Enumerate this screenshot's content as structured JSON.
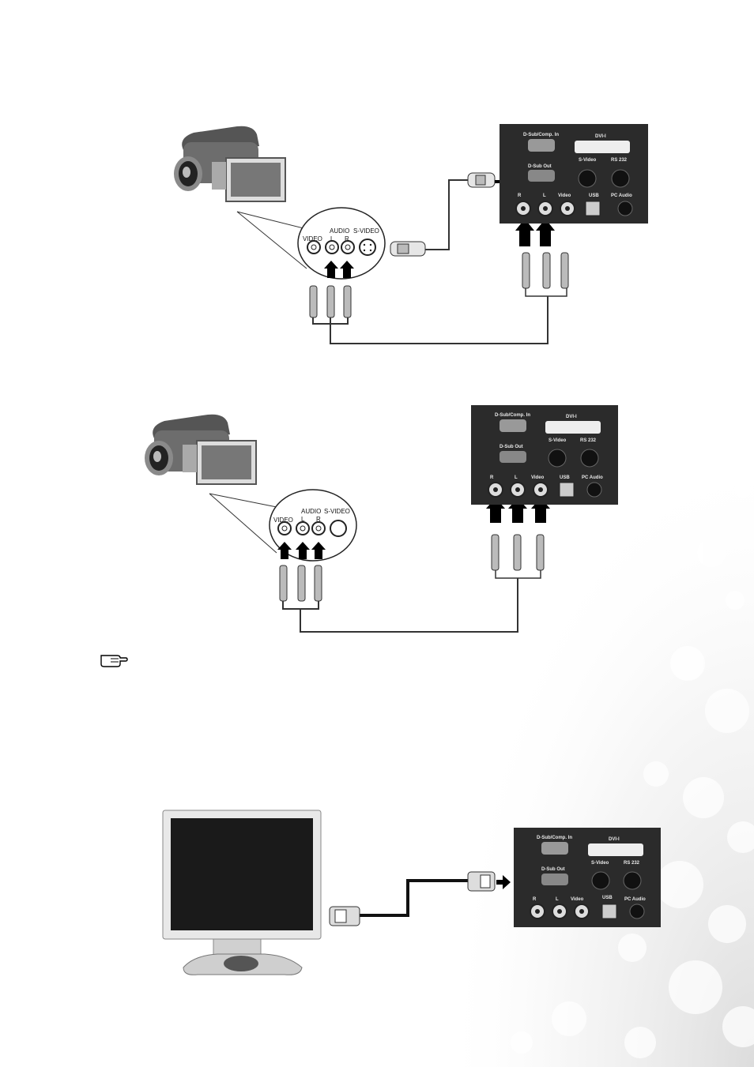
{
  "camcorder_jacks": {
    "video": "VIDEO",
    "audio": "AUDIO",
    "left": "L",
    "right": "R",
    "svideo": "S-VIDEO"
  },
  "projector_panel": {
    "dsub_comp_in": "D-Sub/Comp. In",
    "dvi": "DVI-I",
    "dsub_out": "D-Sub Out",
    "svideo": "S-Video",
    "rs232": "RS 232",
    "r": "R",
    "l": "L",
    "video": "Video",
    "usb": "USB",
    "pc_audio": "PC Audio"
  }
}
